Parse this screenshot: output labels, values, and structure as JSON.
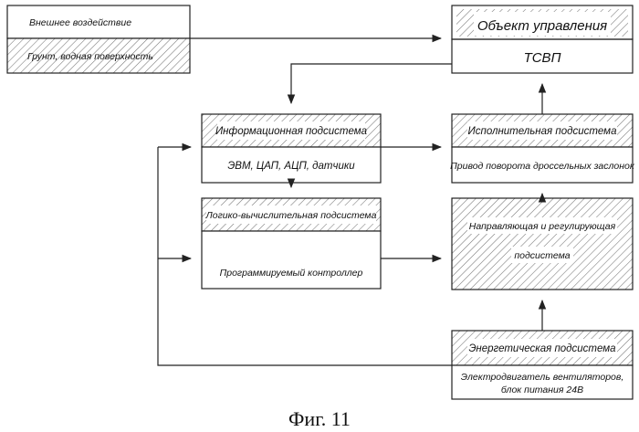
{
  "blocks": {
    "external": {
      "top": "Внешнее воздействие",
      "bottom": "Грунт, водная поверхность"
    },
    "object": {
      "top": "Объект управления",
      "bottom": "ТСВП"
    },
    "info": {
      "top": "Информационная подсистема",
      "bottom": "ЭВМ, ЦАП, АЦП, датчики"
    },
    "executive": {
      "top": "Исполнительная подсистема",
      "bottom": "Привод поворота дроссельных заслонок"
    },
    "logic": {
      "top": "Логико-вычислительная подсистема",
      "bottom": "Программируемый контроллер"
    },
    "guiding": {
      "line1": "Направляющая и регулирующая",
      "line2": "подсистема"
    },
    "energy": {
      "top": "Энергетическая подсистема",
      "bottom_line1": "Электродвигатель вентиляторов,",
      "bottom_line2": "блок питания 24В"
    }
  },
  "caption": "Фиг. 11"
}
